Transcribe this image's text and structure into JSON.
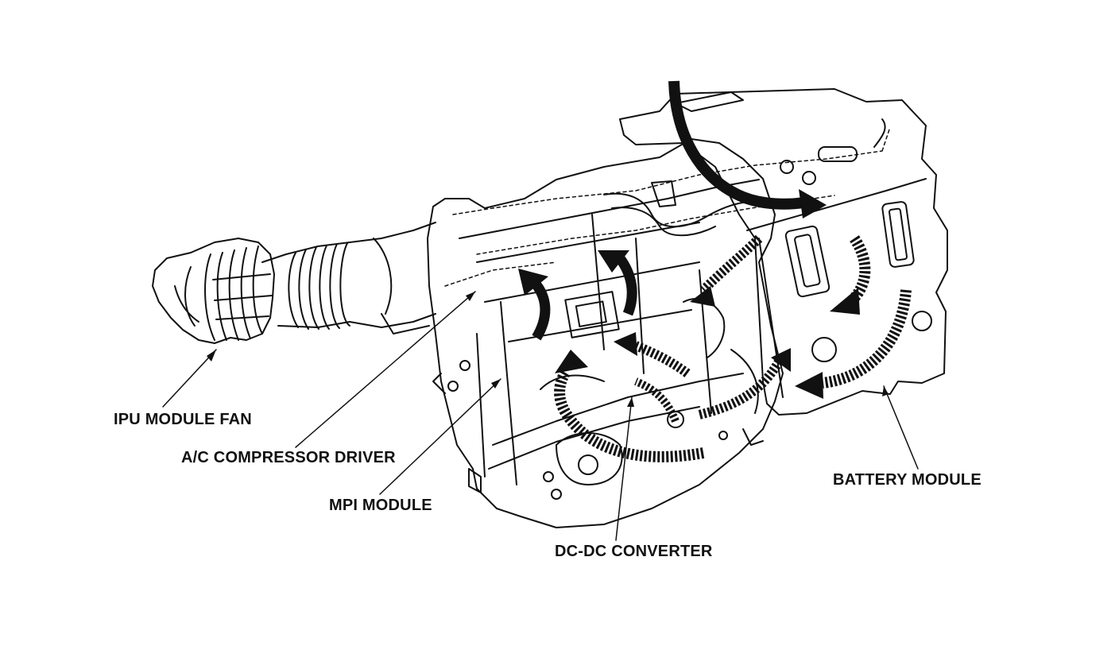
{
  "labels": {
    "ipu_module_fan": "IPU MODULE FAN",
    "ac_compressor_driver": "A/C COMPRESSOR DRIVER",
    "mpi_module": "MPI MODULE",
    "dc_dc_converter": "DC-DC CONVERTER",
    "battery_module": "BATTERY MODULE"
  },
  "colors": {
    "ink": "#111111",
    "background": "#ffffff"
  },
  "icons": {
    "airflow_solid": "solid-airflow-arrow",
    "airflow_dashed": "dashed-airflow-arrow"
  }
}
